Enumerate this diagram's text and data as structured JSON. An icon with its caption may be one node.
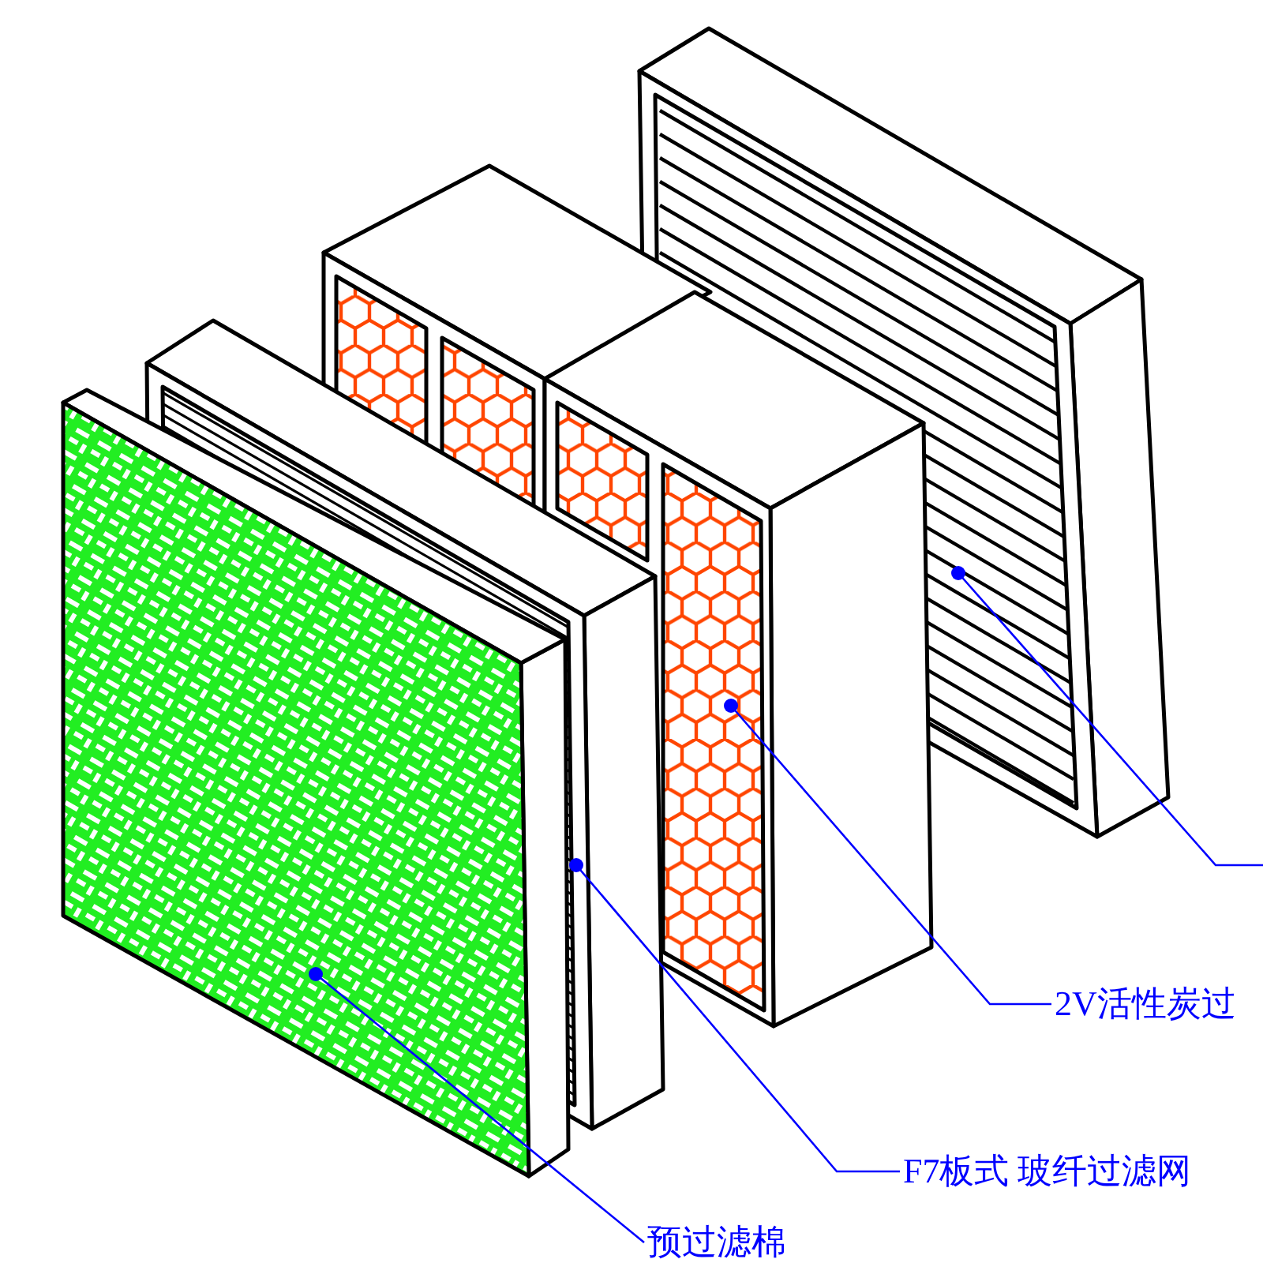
{
  "diagram": {
    "nodes": [
      {
        "text": [
          "预过滤棉"
        ]
      },
      {
        "text": [
          "F7板式 玻纤过滤网"
        ]
      },
      {
        "text": [
          "2V活性炭过"
        ]
      },
      {
        "text": [],
        "shape": "picture"
      },
      {
        "text": [],
        "shape": "picture"
      },
      {
        "text": [],
        "shape": "picture"
      },
      {
        "text": [],
        "shape": "picture"
      }
    ],
    "edges": [
      {
        "from": 0,
        "to": 3,
        "arrow": "other"
      },
      {
        "from": 1,
        "to": 4,
        "arrow": "other"
      },
      {
        "from": 2,
        "to": 5,
        "arrow": "other"
      },
      {
        "from": null,
        "to": 6,
        "arrow": "other"
      }
    ]
  }
}
